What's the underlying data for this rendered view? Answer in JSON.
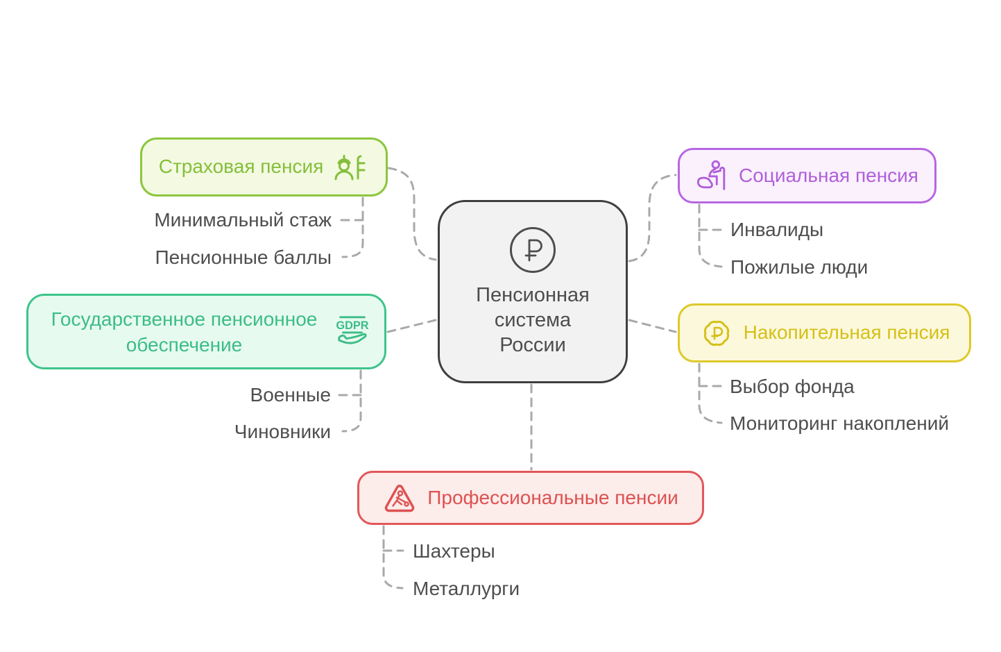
{
  "diagram": {
    "central": {
      "label": "Пенсионная система России",
      "label_lines": [
        "Пенсионная",
        "система",
        "России"
      ],
      "icon": "ruble-circle-icon",
      "border_color": "#3F3F3F",
      "bg_color": "#F2F2F2",
      "text_color": "#4D4D4D"
    },
    "connector_color": "#A9A9A9",
    "child_text_color": "#4E4E4E",
    "branches": [
      {
        "id": "insurance",
        "label": "Страховая пенсия",
        "icon": "worker-icon",
        "border_color": "#8CC63E",
        "bg_color": "#F3FAE1",
        "text_color": "#85BE3B",
        "children": [
          "Минимальный стаж",
          "Пенсионные баллы"
        ]
      },
      {
        "id": "state",
        "label": "Государственное пенсионное обеспечение",
        "icon": "gdpr-hand-icon",
        "icon_text": "GDPR",
        "border_color": "#3EC48B",
        "bg_color": "#E7FAF0",
        "text_color": "#3BBD85",
        "children": [
          "Военные",
          "Чиновники"
        ]
      },
      {
        "id": "social",
        "label": "Социальная пенсия",
        "icon": "elderly-person-icon",
        "border_color": "#B767E2",
        "bg_color": "#FAF1FD",
        "text_color": "#B05FD9",
        "children": [
          "Инвалиды",
          "Пожилые люди"
        ]
      },
      {
        "id": "funded",
        "label": "Накопительная пенсия",
        "icon": "ruble-coin-icon",
        "border_color": "#DFC92A",
        "bg_color": "#FCF8DC",
        "text_color": "#D5C018",
        "children": [
          "Выбор фонда",
          "Мониторинг накоплений"
        ]
      },
      {
        "id": "professional",
        "label": "Профессиональные пенсии",
        "icon": "roadwork-sign-icon",
        "border_color": "#E25757",
        "bg_color": "#FCECEA",
        "text_color": "#DE5151",
        "children": [
          "Шахтеры",
          "Металлурги"
        ]
      }
    ]
  }
}
